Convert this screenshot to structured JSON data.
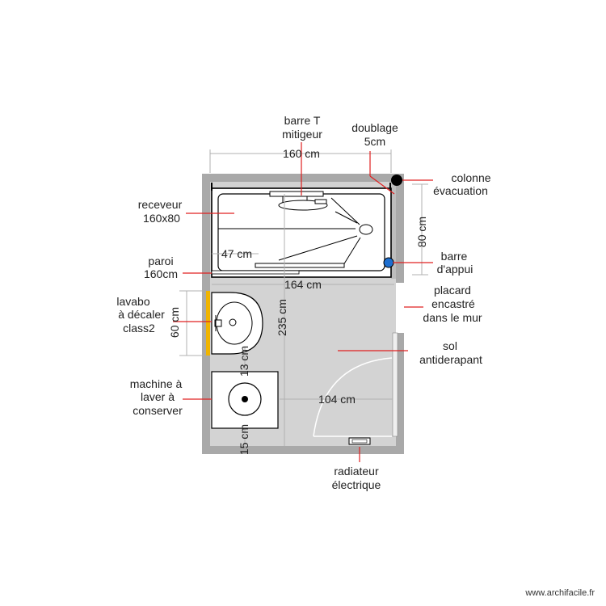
{
  "labels": {
    "barre_t_1": "barre T",
    "barre_t_2": "mitigeur",
    "doublage_1": "doublage",
    "doublage_2": "5cm",
    "colonne_1": "colonne",
    "colonne_2": "évacuation",
    "receveur_1": "receveur",
    "receveur_2": "160x80",
    "barre_appui_1": "barre",
    "barre_appui_2": "d'appui",
    "paroi_1": "paroi",
    "paroi_2": "160cm",
    "lavabo_1": "lavabo",
    "lavabo_2": "à décaler",
    "lavabo_3": "class2",
    "placard_1": "placard",
    "placard_2": "encastré",
    "placard_3": "dans le mur",
    "sol_1": "sol",
    "sol_2": "antiderapant",
    "machine_1": "machine à",
    "machine_2": "laver à",
    "machine_3": "conserver",
    "radiateur_1": "radiateur",
    "radiateur_2": "électrique"
  },
  "dimensions": {
    "top_width": "160 cm",
    "shower_height": "80 cm",
    "paroi_width": "47 cm",
    "room_inner_width": "164 cm",
    "room_length": "235 cm",
    "lavabo_width": "60 cm",
    "gap_13": "13 cm",
    "gap_15": "15 cm",
    "door_width": "104 cm"
  },
  "credit": "www.archifacile.fr",
  "colors": {
    "wall": "#a9a9a9",
    "floor": "#d3d3d3",
    "leader": "#e02020",
    "grab_bar": "#1e6fd0",
    "lavabo_edge": "#f0b400"
  }
}
